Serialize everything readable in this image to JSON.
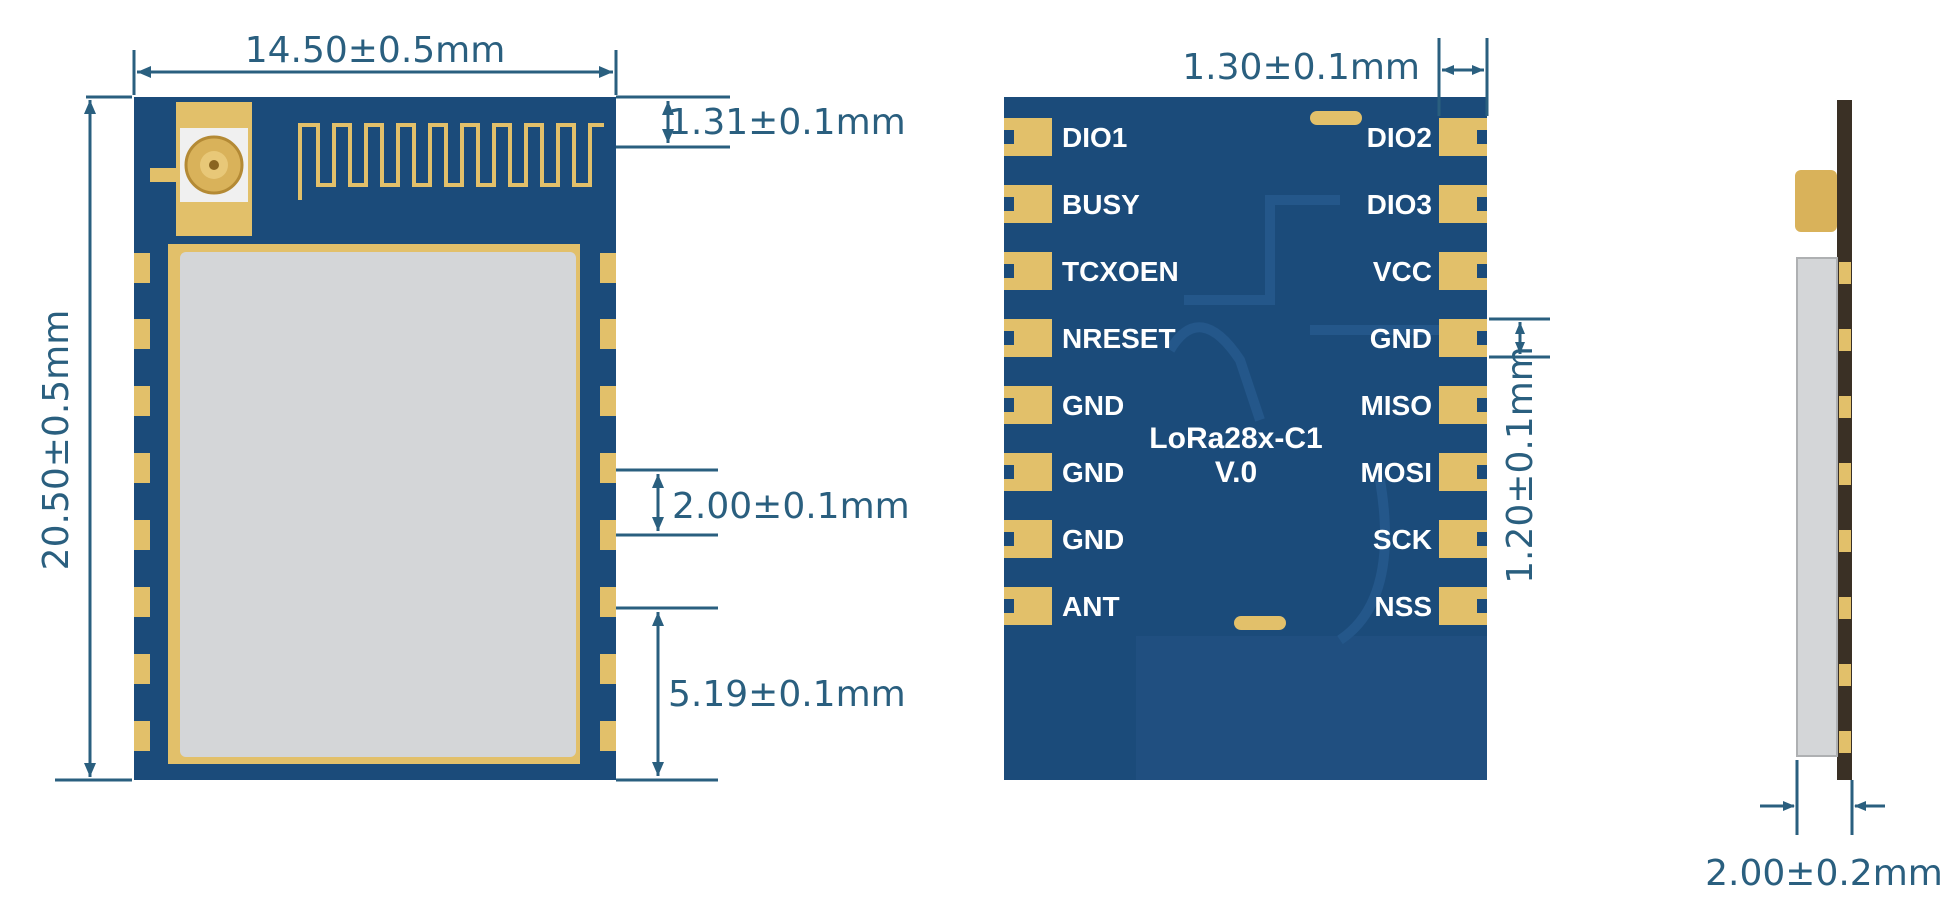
{
  "dimensions": {
    "width": "14.50±0.5mm",
    "height": "20.50±0.5mm",
    "antenna_offset": "1.31±0.1mm",
    "pin_pitch": "2.00±0.1mm",
    "bottom_pin_gap": "5.19±0.1mm",
    "pad_extension": "1.30±0.1mm",
    "pad_width": "1.20±0.1mm",
    "thickness": "2.00±0.2mm"
  },
  "back_view": {
    "left_pins": [
      "DIO1",
      "BUSY",
      "TCXOEN",
      "NRESET",
      "GND",
      "GND",
      "GND",
      "ANT"
    ],
    "right_pins": [
      "DIO2",
      "DIO3",
      "VCC",
      "GND",
      "MISO",
      "MOSI",
      "SCK",
      "NSS"
    ],
    "model": "LoRa28x-C1",
    "version": "V.0"
  },
  "colors": {
    "pcb": "#1b4b7a",
    "pad": "#e2c06a",
    "shield": "#d4d6d8",
    "dimension_line": "#2a5f7f"
  }
}
